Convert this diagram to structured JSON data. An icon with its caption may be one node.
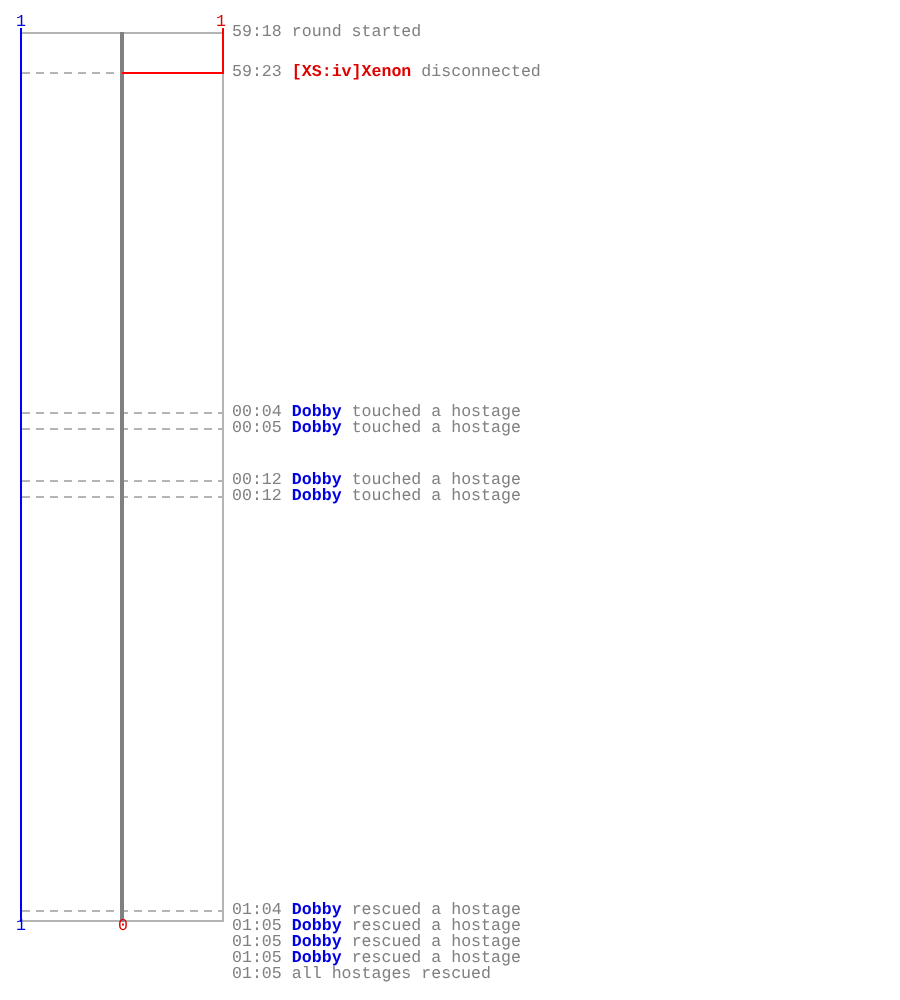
{
  "diagram": {
    "labels": [
      "1",
      "1",
      "59:18",
      "round started",
      "59:23",
      "[XS:iv]Xenon",
      "disconnected",
      "00:04",
      "Dobby",
      "touched a hostage",
      "00:05",
      "Dobby",
      "touched a hostage",
      "00:12",
      "Dobby",
      "touched a hostage",
      "00:12",
      "Dobby",
      "touched a hostage",
      "01:04",
      "Dobby",
      "rescued a hostage",
      "01:05",
      "Dobby",
      "rescued a hostage",
      "01:05",
      "Dobby",
      "rescued a hostage",
      "01:05",
      "Dobby",
      "rescued a hostage",
      "01:05",
      "all hostages rescued",
      "1",
      "0"
    ]
  }
}
